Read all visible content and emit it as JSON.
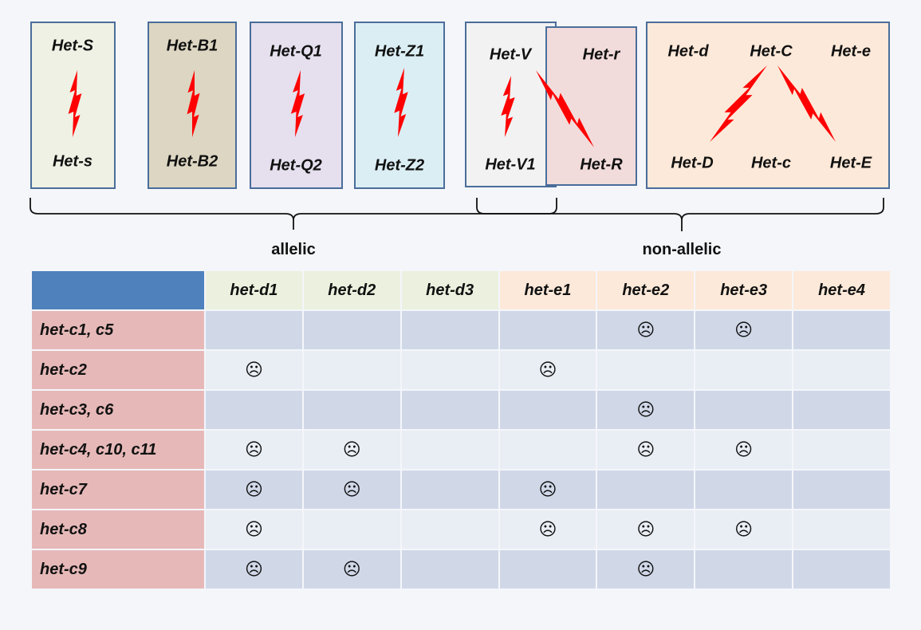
{
  "colors": {
    "bolt": "#ff0000",
    "box_border": "#4a6d9a",
    "table_corner": "#4f81bd",
    "row_header": "#e6b9b8",
    "row_odd": "#d0d8e8",
    "row_even": "#e9edf4",
    "header_d": "#ebf1de",
    "header_e": "#fde9d9"
  },
  "groups": [
    {
      "id": "S",
      "fill": "#eef1e4",
      "labels": {
        "top": "Het-S",
        "bottom": "Het-s"
      }
    },
    {
      "id": "B",
      "fill": "#dcd6c2",
      "labels": {
        "top": "Het-B1",
        "bottom": "Het-B2"
      }
    },
    {
      "id": "Q",
      "fill": "#e5dfee",
      "labels": {
        "top": "Het-Q1",
        "bottom": "Het-Q2"
      }
    },
    {
      "id": "Z",
      "fill": "#dbeef4",
      "labels": {
        "top": "Het-Z1",
        "bottom": "Het-Z2"
      }
    },
    {
      "id": "V",
      "fill": "#f2f2f2",
      "labels": {
        "top": "Het-V",
        "bottom": "Het-V1"
      }
    },
    {
      "id": "R",
      "fill": "#f2dcdb",
      "labels": {
        "top": "Het-r",
        "bottom": "Het-R"
      }
    },
    {
      "id": "CDE",
      "fill": "#fde9d9",
      "labels": {
        "top_left": "Het-d",
        "top_mid": "Het-C",
        "top_right": "Het-e",
        "bottom_left": "Het-D",
        "bottom_mid": "Het-c",
        "bottom_right": "Het-E"
      }
    }
  ],
  "captions": {
    "left": "allelic",
    "right": "non-allelic"
  },
  "table": {
    "columns": [
      "het-d1",
      "het-d2",
      "het-d3",
      "het-e1",
      "het-e2",
      "het-e3",
      "het-e4"
    ],
    "sad_symbol": "☹",
    "rows": [
      {
        "label": "het-c1, c5",
        "marks": [
          false,
          false,
          false,
          false,
          true,
          true,
          false
        ]
      },
      {
        "label": "het-c2",
        "marks": [
          true,
          false,
          false,
          true,
          false,
          false,
          false
        ]
      },
      {
        "label": "het-c3, c6",
        "marks": [
          false,
          false,
          false,
          false,
          true,
          false,
          false
        ]
      },
      {
        "label": "het-c4, c10, c11",
        "marks": [
          true,
          true,
          false,
          false,
          true,
          true,
          false
        ]
      },
      {
        "label": "het-c7",
        "marks": [
          true,
          true,
          false,
          true,
          false,
          false,
          false
        ]
      },
      {
        "label": "het-c8",
        "marks": [
          true,
          false,
          false,
          true,
          true,
          true,
          false
        ]
      },
      {
        "label": "het-c9",
        "marks": [
          true,
          true,
          false,
          false,
          true,
          false,
          false
        ]
      }
    ]
  }
}
